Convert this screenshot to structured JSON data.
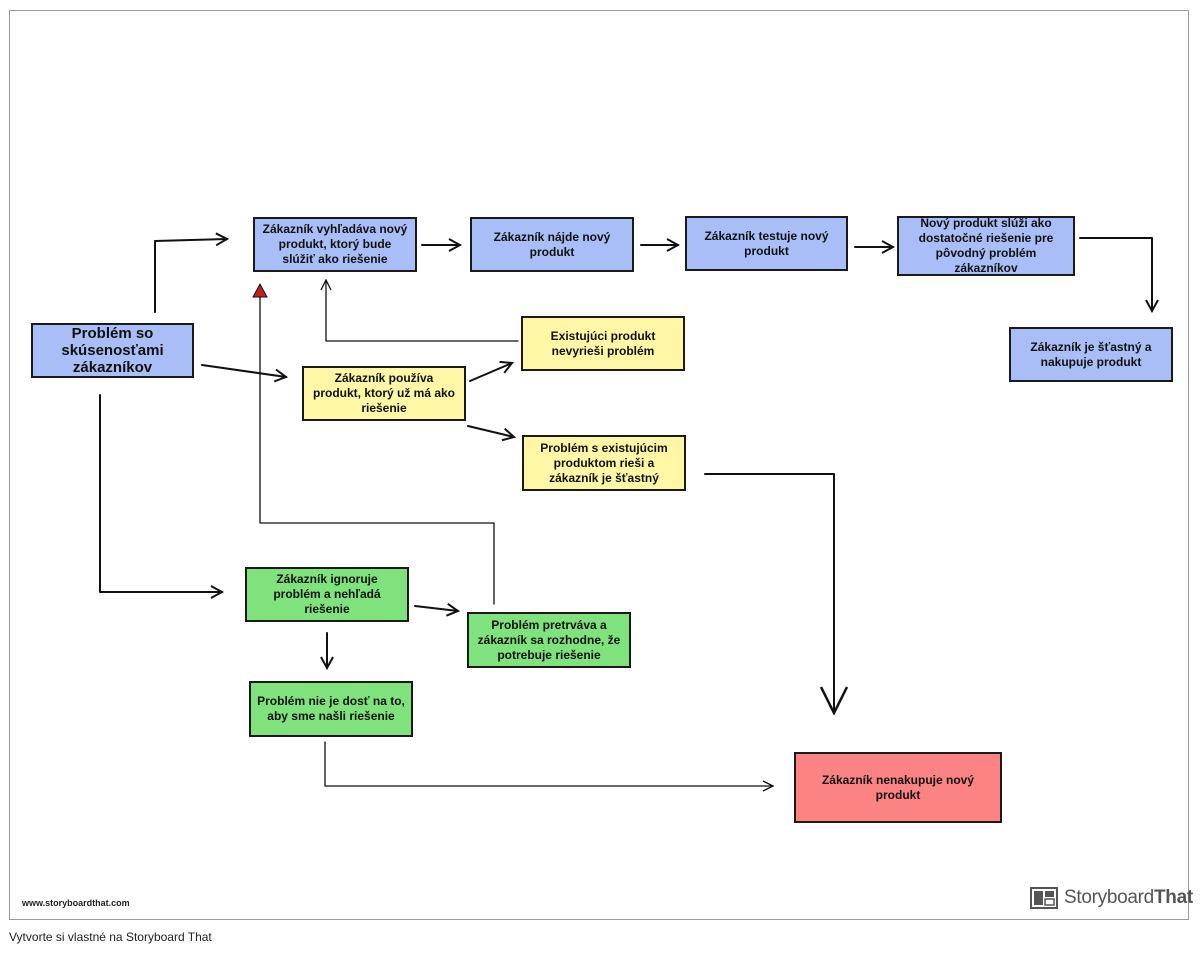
{
  "nodes": {
    "problem": "Problém so skúsenosťami zákazníkov",
    "search": "Zákazník vyhľadáva nový produkt, ktorý bude slúžiť ako riešenie",
    "finds": "Zákazník nájde nový produkt",
    "tests": "Zákazník testuje nový produkt",
    "serves": "Nový produkt slúži ako dostatočné riešenie pre pôvodný problém zákazníkov",
    "happy_buys": "Zákazník je šťastný a nakupuje produkt",
    "uses_existing": "Zákazník používa produkt, ktorý už má ako riešenie",
    "not_solve": "Existujúci produkt nevyrieši problém",
    "solves": "Problém s existujúcim produktom rieši a zákazník je šťastný",
    "ignores": "Zákazník ignoruje problém a nehľadá riešenie",
    "persists": "Problém pretrváva a zákazník sa rozhodne, že potrebuje riešenie",
    "not_enough": "Problém nie je dosť na to, aby sme našli riešenie",
    "not_buy": "Zákazník nenakupuje nový produkt"
  },
  "colors": {
    "blue": "#a9bef6",
    "yellow": "#fff6a6",
    "green": "#7fe27c",
    "red": "#fb8383",
    "arrow_head_red": "#c41d1d"
  },
  "footer": {
    "url": "www.storyboardthat.com",
    "brand_left": "Storyboard",
    "brand_right": "That",
    "logo_icon": "storyboard-grid-icon"
  },
  "caption": "Vytvorte si vlastné na Storyboard That"
}
